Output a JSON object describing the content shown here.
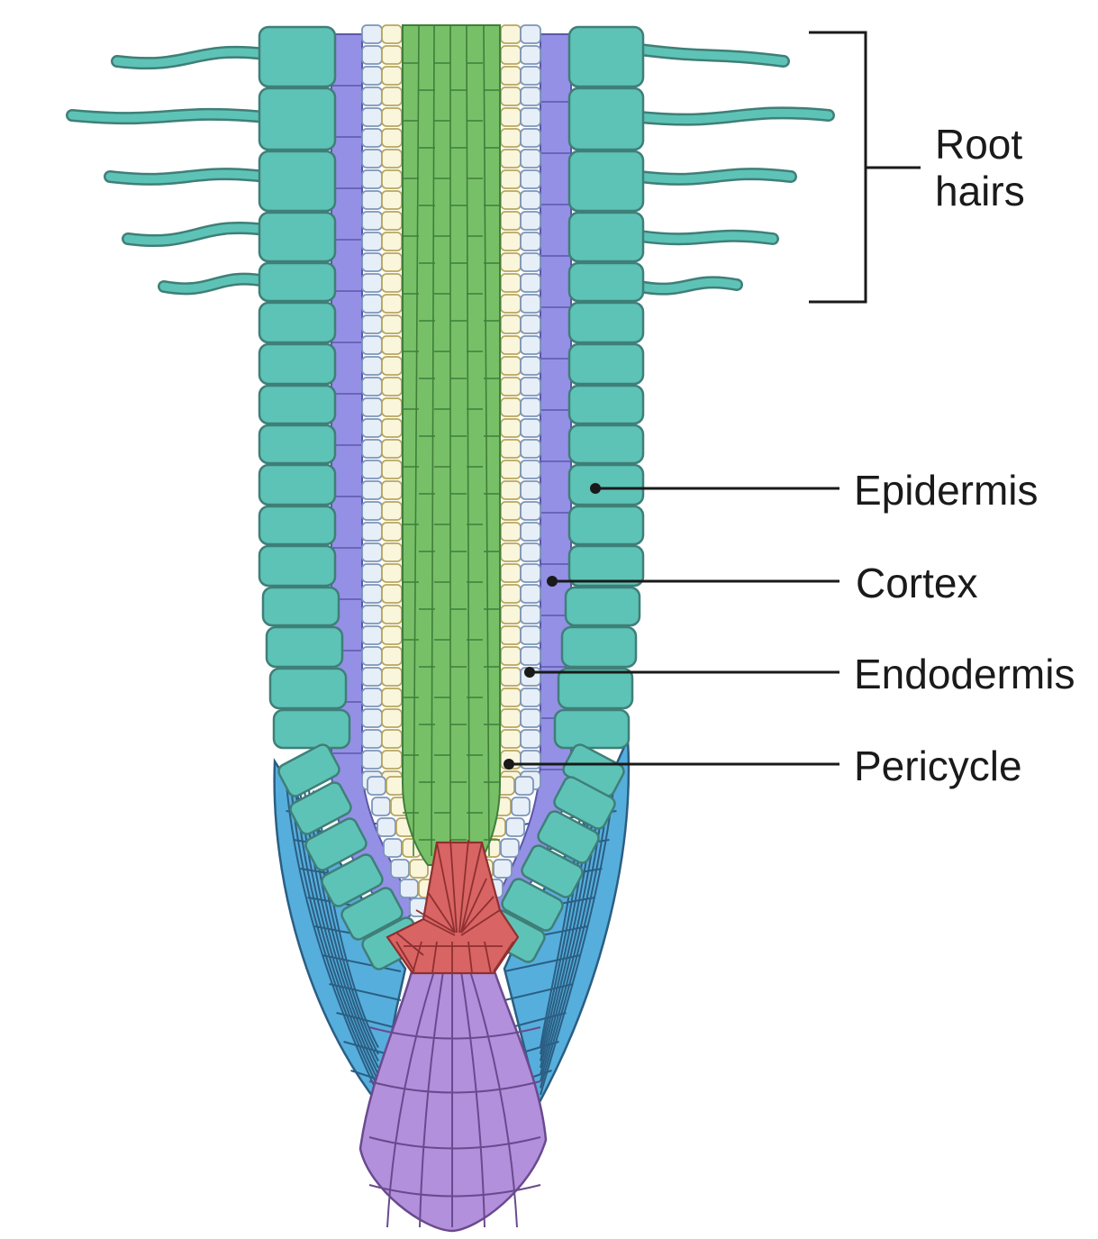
{
  "labels": {
    "root_hairs_line1": "Root",
    "root_hairs_line2": "hairs",
    "epidermis": "Epidermis",
    "cortex": "Cortex",
    "endodermis": "Endodermis",
    "pericycle": "Pericycle"
  },
  "colors": {
    "epidermis": "#5ec3b7",
    "epidermis_stroke": "#3f7f78",
    "cortex": "#9490e6",
    "endodermis": "#e6eef8",
    "endodermis_stroke": "#7c95b8",
    "pericycle": "#faf6dc",
    "pericycle_stroke": "#b8a65e",
    "vascular": "#78c068",
    "vascular_stroke": "#3f7e3a",
    "meristem": "#d96464",
    "meristem_stroke": "#8e3030",
    "cap_lateral": "#56aedd",
    "cap_lateral_stroke": "#2b5e82",
    "columella": "#b290dc",
    "columella_stroke": "#6a4a8e",
    "leader": "#1a1a1a"
  }
}
